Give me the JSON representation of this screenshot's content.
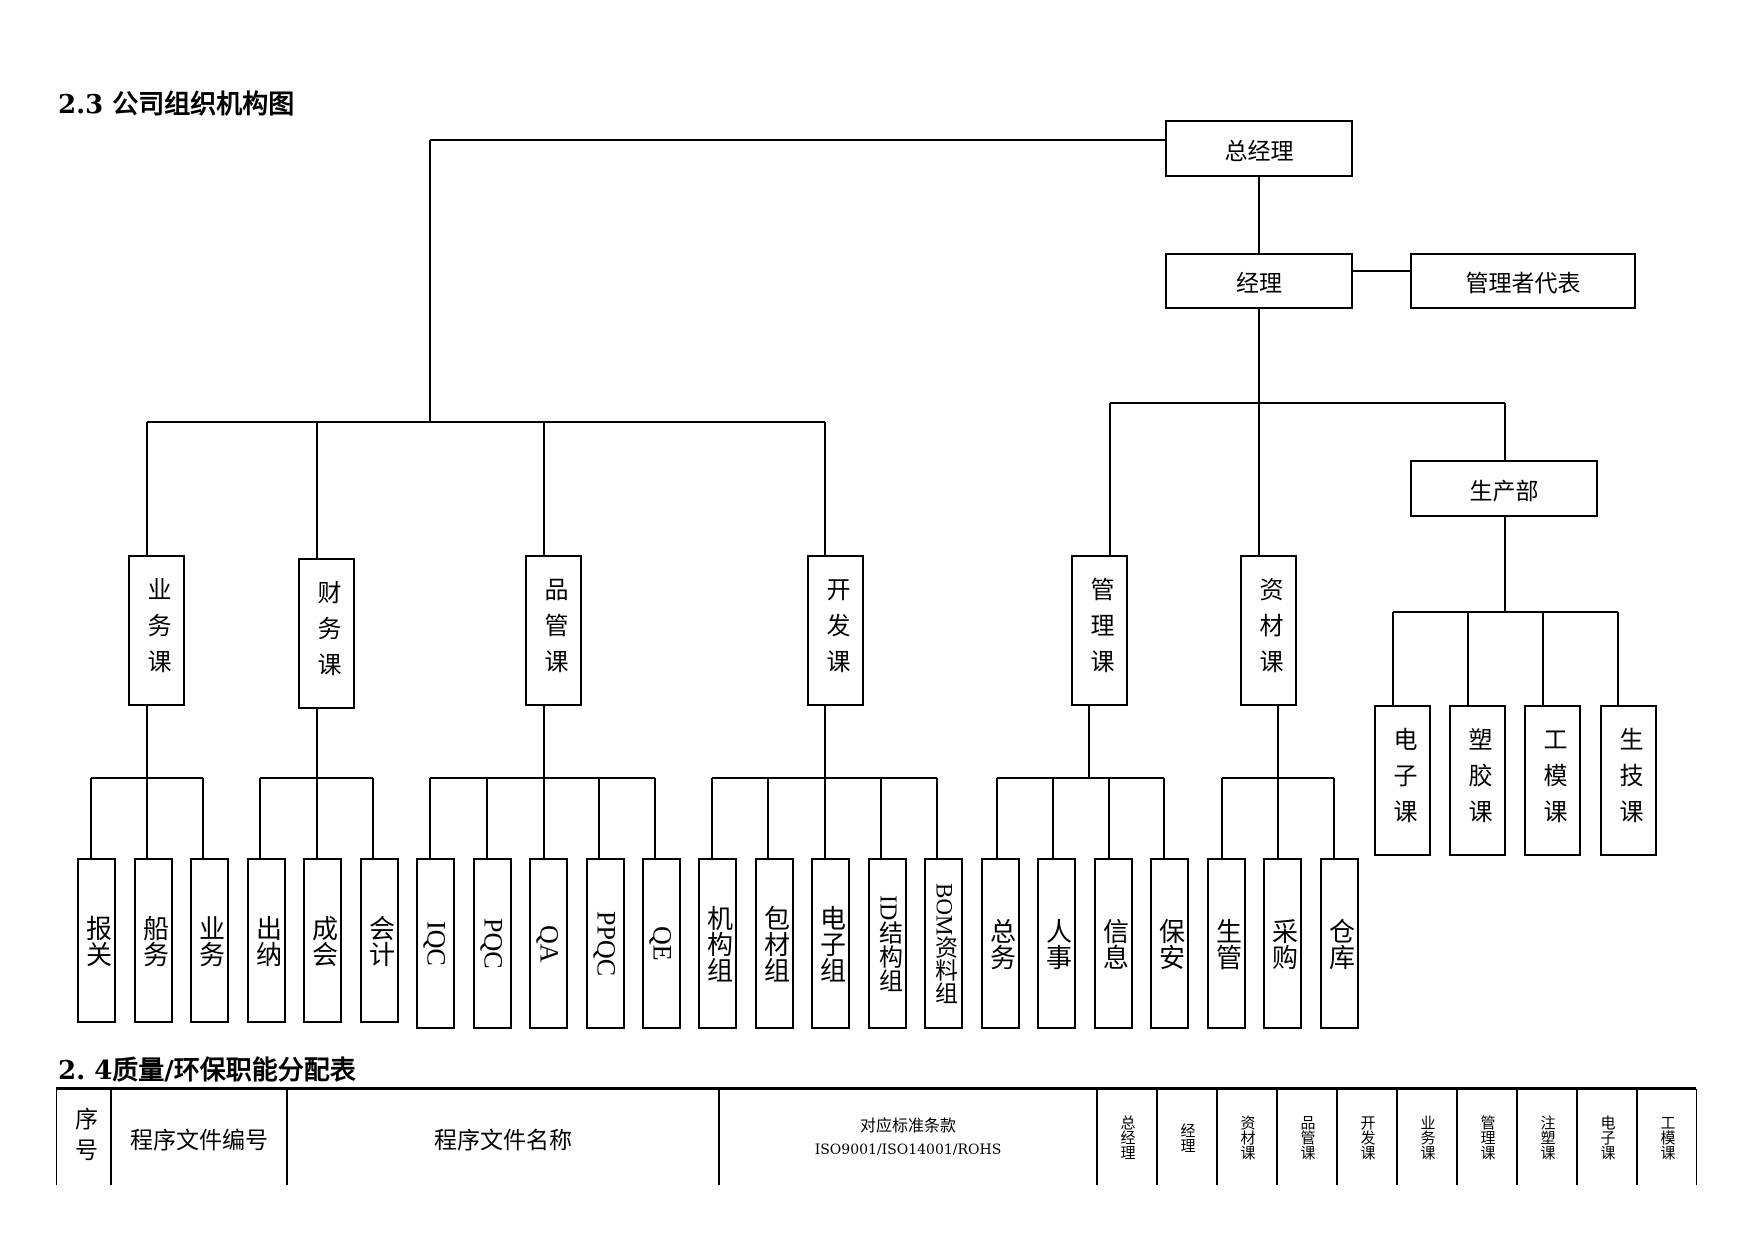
{
  "section_title_org": "2.3 公司组织机构图",
  "section_title_table": "2. 4质量/环保职能分配表",
  "org": {
    "gm": "总经理",
    "manager": "经理",
    "mgmt_rep": "管理者代表",
    "production": "生产部",
    "sections": {
      "sales": "业务课",
      "finance": "财务课",
      "quality": "品管课",
      "dev": "开发课",
      "admin": "管理课",
      "material": "资材课"
    },
    "prod_sections": [
      "电子课",
      "塑胶课",
      "工模课",
      "生技课"
    ],
    "sales_units": [
      "报关",
      "船务",
      "业务"
    ],
    "finance_units": [
      "出纳",
      "成会",
      "会计"
    ],
    "quality_units": [
      "IQC",
      "PQC",
      "QA",
      "PPQC",
      "QE"
    ],
    "dev_units": [
      "机构组",
      "包材组",
      "电子组",
      "ID结构组",
      "BOM资料组"
    ],
    "admin_units": [
      "总务",
      "人事",
      "信息",
      "保安"
    ],
    "material_units": [
      "生管",
      "采购",
      "仓库"
    ]
  },
  "table": {
    "col_seq": "序号",
    "col_doc_no": "程序文件编号",
    "col_doc_name": "程序文件名称",
    "col_clause_title": "对应标准条款",
    "col_clause_std": "ISO9001/ISO14001/ROHS",
    "dept_cols": [
      "总经理",
      "经理",
      "资材课",
      "品管课",
      "开发课",
      "业务课",
      "管理课",
      "注塑课",
      "电子课",
      "工模课"
    ]
  }
}
